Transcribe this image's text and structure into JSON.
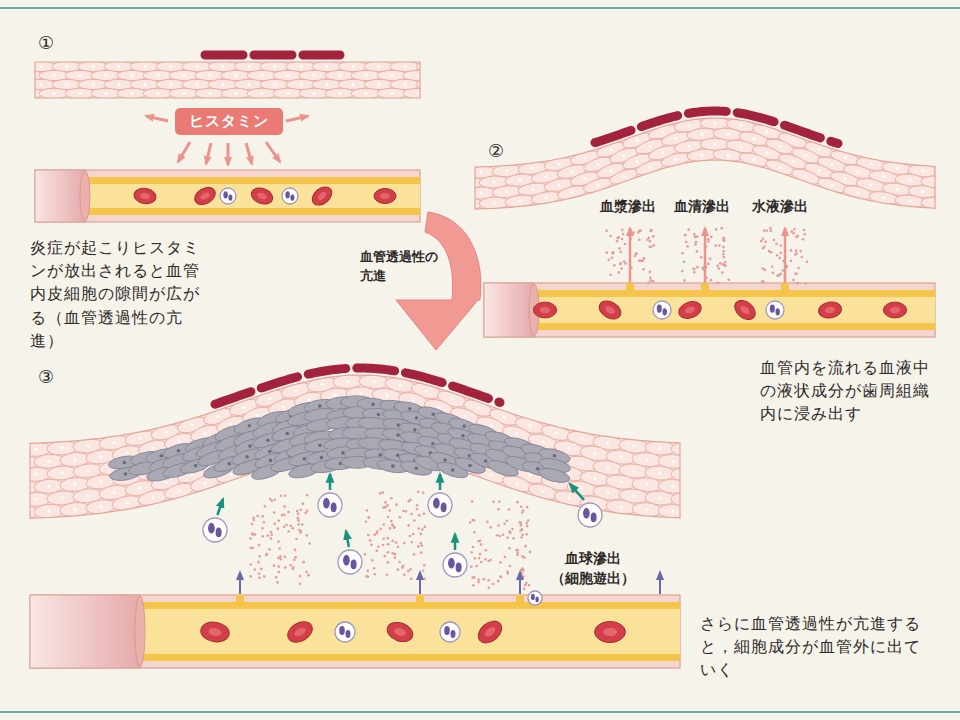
{
  "diagram": {
    "nodes": [
      {
        "text": [
          "ヒスタミン"
        ]
      }
    ],
    "labels": [
      "①",
      "炎症が起こりヒスタミンが放出されると血管内皮細胞の隙間が広がる（血管透過性の亢進）",
      "血管透過性の亢進",
      "②",
      "血漿滲出",
      "血清滲出",
      "水液滲出",
      "血管内を流れる血液中の液状成分が歯周組織内に浸み出す",
      "③",
      "血球滲出 （細胞遊出）",
      "さらに血管透過性が亢進すると，細胞成分が血管外に出ていく"
    ]
  }
}
